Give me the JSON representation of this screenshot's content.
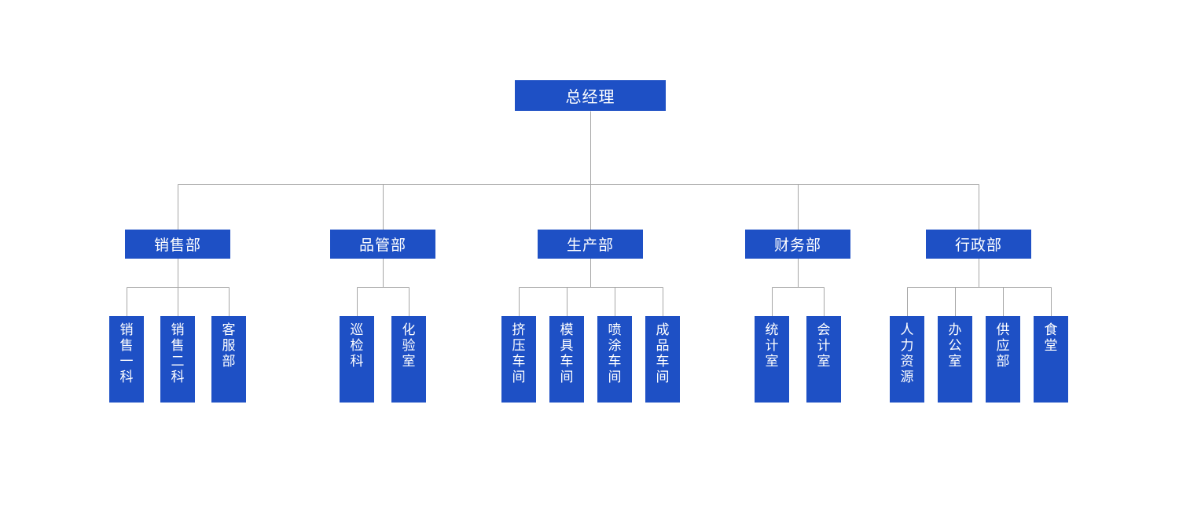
{
  "page": {
    "background": "#ffffff"
  },
  "colors": {
    "node_fill": "#1e50c5",
    "node_text": "#ffffff",
    "connector_line": "#a6a6a6"
  },
  "chart": {
    "type": "org-chart",
    "root": {
      "id": "general-manager",
      "label": "总经理"
    },
    "departments": [
      {
        "id": "sales",
        "label": "销售部",
        "children": [
          {
            "id": "sales-section-1",
            "label": "销售一科"
          },
          {
            "id": "sales-section-2",
            "label": "销售二科"
          },
          {
            "id": "customer-service",
            "label": "客服部"
          }
        ]
      },
      {
        "id": "quality",
        "label": "品管部",
        "children": [
          {
            "id": "inspection",
            "label": "巡检科"
          },
          {
            "id": "laboratory",
            "label": "化验室"
          }
        ]
      },
      {
        "id": "production",
        "label": "生产部",
        "children": [
          {
            "id": "extrusion-workshop",
            "label": "挤压车间"
          },
          {
            "id": "mold-workshop",
            "label": "模具车间"
          },
          {
            "id": "spray-workshop",
            "label": "喷涂车间"
          },
          {
            "id": "finished-workshop",
            "label": "成品车间"
          }
        ]
      },
      {
        "id": "finance",
        "label": "财务部",
        "children": [
          {
            "id": "statistics",
            "label": "统计室"
          },
          {
            "id": "accounting",
            "label": "会计室"
          }
        ]
      },
      {
        "id": "admin",
        "label": "行政部",
        "children": [
          {
            "id": "human-resources",
            "label": "人力资源"
          },
          {
            "id": "office",
            "label": "办公室"
          },
          {
            "id": "supply",
            "label": "供应部"
          },
          {
            "id": "canteen",
            "label": "食堂"
          }
        ]
      }
    ]
  }
}
